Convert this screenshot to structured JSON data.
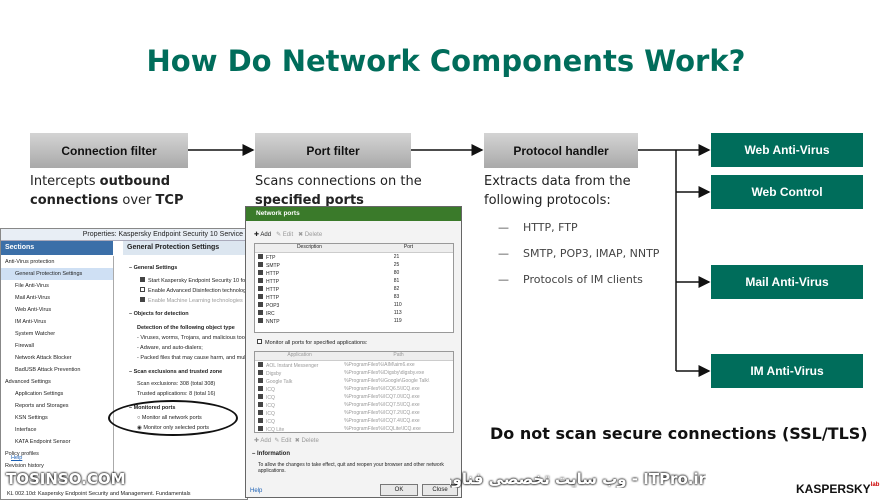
{
  "slide": {
    "title": "How Do Network Components Work?"
  },
  "flow": {
    "connection_filter": "Connection filter",
    "port_filter": "Port filter",
    "protocol_handler": "Protocol handler",
    "web_antivirus": "Web Anti-Virus",
    "web_control": "Web Control",
    "mail_antivirus": "Mail Anti-Virus",
    "im_antivirus": "IM Anti-Virus"
  },
  "descriptions": {
    "cf_line1_a": "Intercepts ",
    "cf_line1_b": "outbound",
    "cf_line2_a": "connections",
    "cf_line2_b": " over ",
    "cf_line2_c": "TCP",
    "pf_line1": "Scans connections on the",
    "pf_line2": "specified ports",
    "ph_line1": "Extracts data from the",
    "ph_line2": "following protocols:"
  },
  "protocols": [
    "HTTP, FTP",
    "SMTP, POP3, IMAP, NNTP",
    "Protocols of IM clients"
  ],
  "note": "Do not scan secure connections (SSL/TLS)",
  "properties_window": {
    "title": "Properties: Kaspersky Endpoint Security 10 Service",
    "sections_header": "Sections",
    "content_header": "General Protection Settings",
    "sections": [
      "Anti-Virus protection",
      "General Protection Settings",
      "File Anti-Virus",
      "Mail Anti-Virus",
      "Web Anti-Virus",
      "IM Anti-Virus",
      "System Watcher",
      "Firewall",
      "Network Attack Blocker",
      "BadUSB Attack Prevention",
      "Advanced Settings",
      "Application Settings",
      "Reports and Storages",
      "KSN Settings",
      "Interface",
      "KATA Endpoint Sensor",
      "Policy profiles",
      "Revision history"
    ],
    "general_settings": "– General Settings",
    "start_kes": "Start Kaspersky Endpoint Security 10 for",
    "enable_adv": "Enable Advanced Disinfection technolog",
    "enable_ml": "Enable Machine Learning technologies",
    "objects_hdr": "– Objects for detection",
    "detection_of": "Detection of the following object type",
    "det1": "- Viruses, worms, Trojans, and malicious tool",
    "det2": "- Adware, and auto-dialers;",
    "det3": "- Packed files that may cause harm, and mult",
    "scan_excl_hdr": "– Scan exclusions and trusted zone",
    "scan_excl": "Scan exclusions: 308 (total 308)",
    "trusted_apps": "Trusted applications: 8 (total 16)",
    "monitored_hdr": "– Monitored ports",
    "monitor_all": "Monitor all network ports",
    "monitor_sel": "Monitor only selected ports",
    "help": "Help",
    "status": "KL 002.10d: Kaspersky Endpoint Security and Management. Fundamentals"
  },
  "ports_dialog": {
    "title": "Network ports",
    "add": "Add",
    "edit": "Edit",
    "delete": "Delete",
    "col_desc": "Description",
    "col_port": "Port",
    "ports": [
      {
        "name": "FTP",
        "port": "21"
      },
      {
        "name": "SMTP",
        "port": "25"
      },
      {
        "name": "HTTP",
        "port": "80"
      },
      {
        "name": "HTTP",
        "port": "81"
      },
      {
        "name": "HTTP",
        "port": "82"
      },
      {
        "name": "HTTP",
        "port": "83"
      },
      {
        "name": "POP3",
        "port": "110"
      },
      {
        "name": "IRC",
        "port": "113"
      },
      {
        "name": "NNTP",
        "port": "119"
      }
    ],
    "monitor_all_apps": "Monitor all ports for specified applications:",
    "col_app": "Application",
    "col_path": "Path",
    "apps": [
      {
        "name": "AOL Instant Messenger",
        "path": "%ProgramFiles%\\AIM\\aim6.exe"
      },
      {
        "name": "Digsby",
        "path": "%ProgramFiles%\\Digsby\\digsby.exe"
      },
      {
        "name": "Google Talk",
        "path": "%ProgramFiles%\\Google\\Google Talk\\"
      },
      {
        "name": "ICQ",
        "path": "%ProgramFiles%\\ICQ6.5\\ICQ.exe"
      },
      {
        "name": "ICQ",
        "path": "%ProgramFiles%\\ICQ7.0\\ICQ.exe"
      },
      {
        "name": "ICQ",
        "path": "%ProgramFiles%\\ICQ7.5\\ICQ.exe"
      },
      {
        "name": "ICQ",
        "path": "%ProgramFiles%\\ICQ7.2\\ICQ.exe"
      },
      {
        "name": "ICQ",
        "path": "%ProgramFiles%\\ICQ7.4\\ICQ.exe"
      },
      {
        "name": "ICQ Lite",
        "path": "%ProgramFiles%\\ICQLite\\ICQ.exe"
      }
    ],
    "info_hdr": "– Information",
    "info_text": "To allow the changes to take effect, quit and reopen your browser and other network applications.",
    "help": "Help",
    "ok": "OK",
    "close": "Close"
  },
  "watermark": {
    "left": "TOSINSO.COM",
    "right": "ITPro.ir - وب سایت تخصصی فناوری اطلاعات ایران"
  },
  "brand": {
    "name": "KASPERSKY",
    "sup": "lab"
  }
}
